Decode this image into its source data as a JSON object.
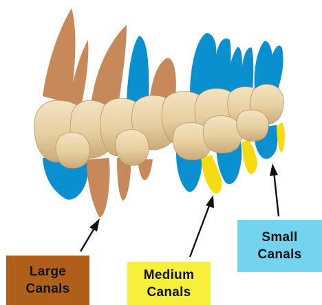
{
  "labels": {
    "large": {
      "line1": "Large",
      "line2": "Canals",
      "color": "#b05f1a"
    },
    "medium": {
      "line1": "Medium",
      "line2": "Canals",
      "color": "#f7ef3c"
    },
    "small": {
      "line1": "Small",
      "line2": "Canals",
      "color": "#74d3ef"
    }
  },
  "colors": {
    "large_root": "#c8895a",
    "medium_root": "#f5dc12",
    "small_root": "#0a8fcf",
    "crown": "#e8d2a6",
    "arrow": "#111111"
  }
}
